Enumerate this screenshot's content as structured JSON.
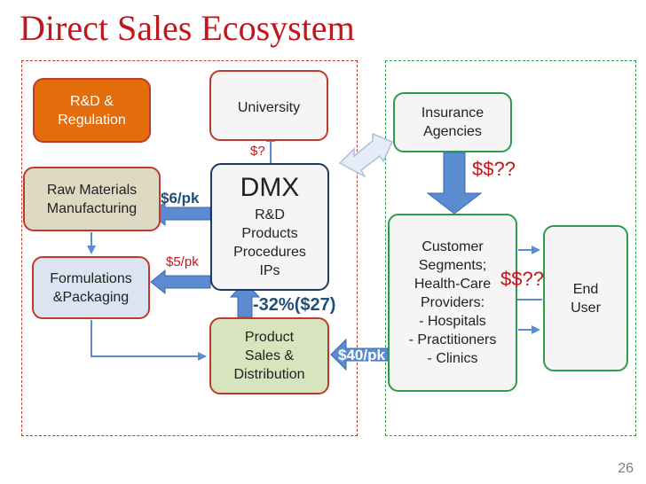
{
  "slide": {
    "title": "Direct Sales Ecosystem",
    "page_number": "26"
  },
  "boxes": {
    "rd_regulation": [
      "R&D &",
      "Regulation"
    ],
    "university": [
      "University"
    ],
    "raw_materials": [
      "Raw Materials",
      "Manufacturing"
    ],
    "formulations": [
      "Formulations",
      "&Packaging"
    ],
    "dmx_title": "DMX",
    "dmx_items": [
      "R&D",
      "Products",
      "Procedures",
      "IPs"
    ],
    "product_sales": [
      "Product",
      "Sales &",
      "Distribution"
    ],
    "insurance": [
      "Insurance",
      "Agencies"
    ],
    "customer_segments": [
      "Customer",
      "Segments;",
      "Health-Care",
      "Providers:",
      "- Hospitals",
      "- Practitioners",
      "- Clinics"
    ],
    "end_user": [
      "End",
      "User"
    ]
  },
  "labels": {
    "university_fee": "$?",
    "raw_price": "$6/pk",
    "formulation_price": "$5/pk",
    "margin": "-32%($27)",
    "sale_price": "$40/pk",
    "insurance_pay": "$$??",
    "customer_pay": "$$??"
  },
  "colors": {
    "title_red": "#c0161c",
    "arrow_blue": "#5b8bd0",
    "left_border": "#c0392b",
    "right_border": "#2e9b4a"
  }
}
